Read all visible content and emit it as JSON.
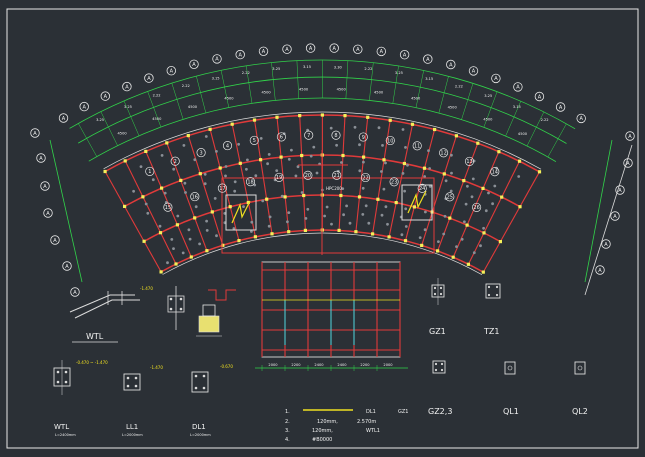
{
  "colors": {
    "background": "#2b3036",
    "frame": "#e8e8e8",
    "beam": "#e03a3a",
    "dim": "#31d34a",
    "slab": "#dcdcdc",
    "text": "#f2f2f2",
    "highlight": "#f0e020",
    "column": "#f5f05a",
    "cyan": "#3fd6e0"
  },
  "outer_axes": [
    "A",
    "A",
    "A",
    "A",
    "A",
    "A",
    "A",
    "A",
    "A",
    "A",
    "A",
    "A",
    "A",
    "A",
    "A",
    "A",
    "A",
    "A",
    "A",
    "A",
    "A",
    "A",
    "A",
    "A"
  ],
  "left_axes": [
    "A",
    "A",
    "A",
    "A",
    "A",
    "A",
    "A"
  ],
  "right_axes": [
    "A",
    "A",
    "A",
    "A",
    "A",
    "A"
  ],
  "outer_dims": [
    "3.25",
    "3.25",
    "2.22",
    "2.22",
    "3.15",
    "2.22",
    "3.25",
    "3.15",
    "3.30",
    "2.22",
    "3.25",
    "3.15",
    "2.22",
    "3.25",
    "3.15",
    "2.22"
  ],
  "inner_dims": [
    "4500",
    "4500",
    "4500",
    "4500",
    "4500",
    "4500",
    "4500",
    "4500",
    "4500",
    "4500",
    "4500",
    "4500"
  ],
  "room_numbers": [
    "1",
    "2",
    "3",
    "4",
    "5",
    "6",
    "7",
    "8",
    "9",
    "10",
    "11",
    "12",
    "13",
    "14",
    "15",
    "16",
    "17",
    "18",
    "19",
    "20",
    "21",
    "22",
    "23",
    "24",
    "25",
    "26"
  ],
  "center_label": "HPC200",
  "bottom_dims": [
    "2000",
    "2200",
    "2400",
    "2400",
    "2200",
    "2000"
  ],
  "details": {
    "stair_label": "WTL",
    "stair_elev": "-1.470",
    "sec_wtl": "WTL",
    "sec_wtl_sub": "L=2400mm",
    "sec_ll1": "LL1",
    "sec_ll1_sub": "L=2000mm",
    "sec_dl1": "DL1",
    "sec_dl1_sub": "L=2000mm",
    "elev_a": "-0.470 ~ -1.470",
    "elev_b": "-1.470",
    "elev_c": "-0.670",
    "gz1": "GZ1",
    "tz1": "TZ1",
    "gz23": "GZ2,3",
    "ql1": "QL1",
    "ql2": "QL2"
  },
  "notes": {
    "n1": "1.",
    "n2": "2.",
    "n3": "3.",
    "n4": "4.",
    "t2": "120mm,",
    "t2b": "2.570m",
    "t3": "120mm,",
    "t3b": "WTL1",
    "t4": "#B0000",
    "tag1": "DL1",
    "tag2": "GZ1"
  }
}
